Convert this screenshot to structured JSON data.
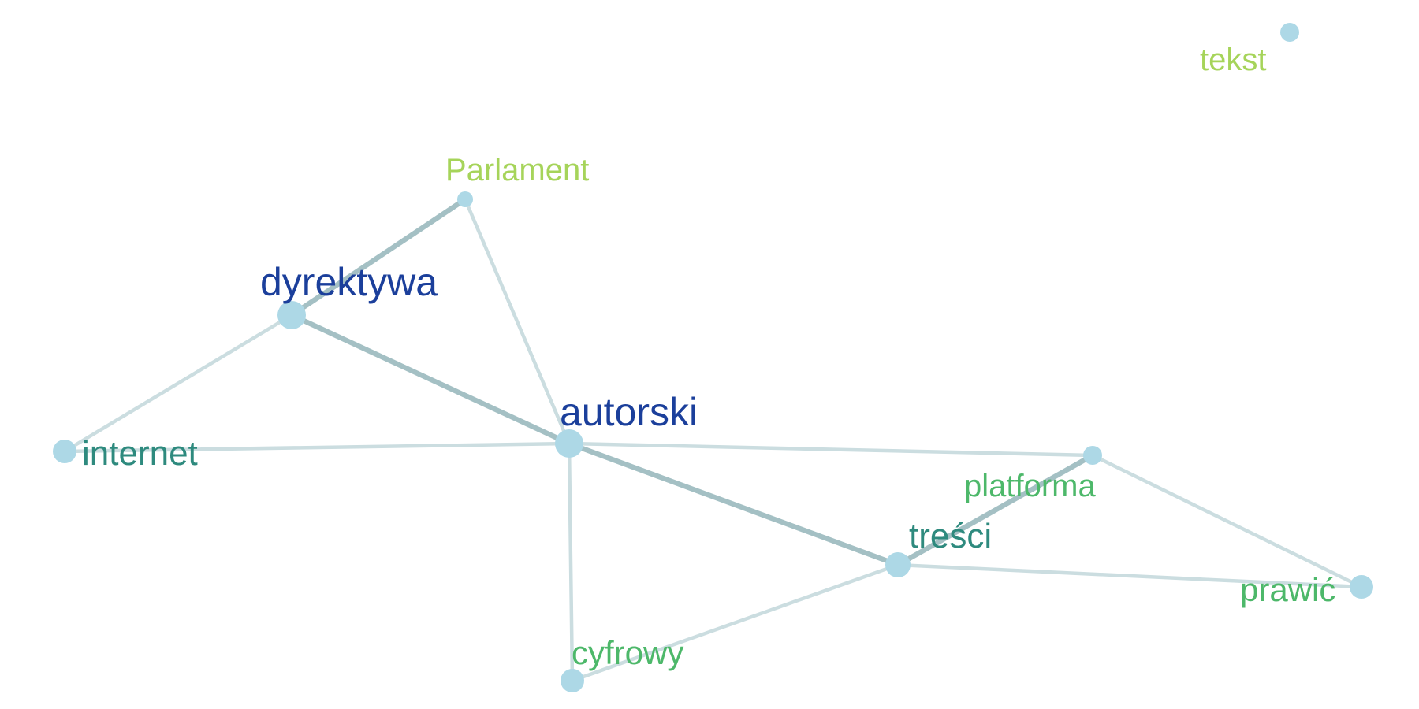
{
  "graph": {
    "nodes": [
      {
        "id": "dyrektywa",
        "label": "dyrektywa",
        "color": "#1b3f9b",
        "weight": "large"
      },
      {
        "id": "autorski",
        "label": "autorski",
        "color": "#1b3f9b",
        "weight": "large"
      },
      {
        "id": "internet",
        "label": "internet",
        "color": "#2e8a7e",
        "weight": "medium"
      },
      {
        "id": "tresci",
        "label": "treści",
        "color": "#2e8a7e",
        "weight": "medium"
      },
      {
        "id": "platforma",
        "label": "platforma",
        "color": "#4db86a",
        "weight": "small"
      },
      {
        "id": "prawic",
        "label": "prawić",
        "color": "#4db86a",
        "weight": "medium"
      },
      {
        "id": "cyfrowy",
        "label": "cyfrowy",
        "color": "#4db86a",
        "weight": "medium"
      },
      {
        "id": "parlament",
        "label": "Parlament",
        "color": "#a6d45a",
        "weight": "small"
      },
      {
        "id": "tekst",
        "label": "tekst",
        "color": "#a6d45a",
        "weight": "small"
      }
    ],
    "edges": [
      {
        "source": "parlament",
        "target": "dyrektywa",
        "strength": "strong"
      },
      {
        "source": "parlament",
        "target": "autorski",
        "strength": "weak"
      },
      {
        "source": "dyrektywa",
        "target": "autorski",
        "strength": "strong"
      },
      {
        "source": "dyrektywa",
        "target": "internet",
        "strength": "weak"
      },
      {
        "source": "internet",
        "target": "autorski",
        "strength": "weak"
      },
      {
        "source": "autorski",
        "target": "platforma",
        "strength": "weak"
      },
      {
        "source": "autorski",
        "target": "tresci",
        "strength": "strong"
      },
      {
        "source": "autorski",
        "target": "cyfrowy",
        "strength": "weak"
      },
      {
        "source": "cyfrowy",
        "target": "tresci",
        "strength": "weak"
      },
      {
        "source": "tresci",
        "target": "platforma",
        "strength": "strong"
      },
      {
        "source": "tresci",
        "target": "prawic",
        "strength": "weak"
      },
      {
        "source": "platforma",
        "target": "prawic",
        "strength": "weak"
      }
    ],
    "colors": {
      "node_fill": "#add8e6",
      "edge_strong": "#a4c0c4",
      "edge_weak": "#cbdde0"
    }
  }
}
